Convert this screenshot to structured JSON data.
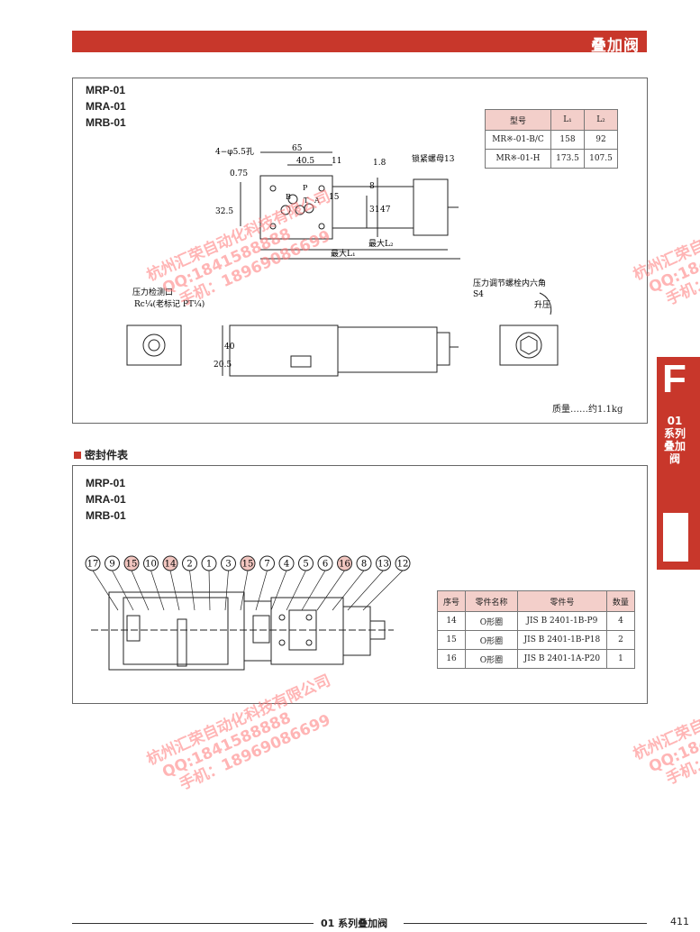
{
  "header": {
    "title": "叠加阀"
  },
  "top_section": {
    "models": [
      "MRP-01",
      "MRA-01",
      "MRB-01"
    ],
    "dim_table": {
      "headers": [
        "型号",
        "L₁",
        "L₂"
      ],
      "rows": [
        [
          "MR※-01-B/C",
          "158",
          "92"
        ],
        [
          "MR※-01-H",
          "173.5",
          "107.5"
        ]
      ]
    },
    "labels": {
      "holes": "4−φ5.5孔",
      "d65": "65",
      "d40_5": "40.5",
      "d11": "11",
      "d1_8": "1.8",
      "d0_75": "0.75",
      "d32_5": "32.5",
      "d15": "15",
      "d8": "8",
      "d31": "31",
      "d47": "47",
      "locknut": "锁紧螺母13",
      "maxL2": "最大L₂",
      "maxL1": "最大L₁",
      "gauge_port": "压力检测口",
      "gauge_thread": "Rc¼(老标记 PT¼)",
      "adj_bolt": "压力调节螺栓内六角",
      "s4": "S4",
      "raise": "升压",
      "d40": "40",
      "d20_5": "20.5",
      "port_b": "B",
      "port_p": "P",
      "port_t": "T",
      "port_a": "A"
    },
    "mass": "质量……约1.1kg"
  },
  "seal_section": {
    "title": "密封件表",
    "models": [
      "MRP-01",
      "MRA-01",
      "MRB-01"
    ],
    "balloons": [
      "17",
      "9",
      "15",
      "10",
      "14",
      "2",
      "1",
      "3",
      "15",
      "7",
      "4",
      "5",
      "6",
      "16",
      "8",
      "13",
      "12"
    ],
    "highlight": [
      "15",
      "14",
      "16"
    ],
    "table": {
      "headers": [
        "序号",
        "零件名称",
        "零件号",
        "数量"
      ],
      "rows": [
        [
          "14",
          "O形圈",
          "JIS B 2401-1B-P9",
          "4"
        ],
        [
          "15",
          "O形圈",
          "JIS B 2401-1B-P18",
          "2"
        ],
        [
          "16",
          "O形圈",
          "JIS B 2401-1A-P20",
          "1"
        ]
      ]
    }
  },
  "watermark": {
    "line1": "杭州汇荣自动化科技有限公司",
    "line2": "QQ:1841588888",
    "line3": "手机：18969086699"
  },
  "watermark_right": {
    "line1": "杭州汇荣自",
    "line2": "QQ:184",
    "line3": "手机："
  },
  "side_tab": {
    "letter": "F",
    "text": "01系列叠加阀"
  },
  "footer": {
    "text": "01 系列叠加阀",
    "page": "411"
  }
}
